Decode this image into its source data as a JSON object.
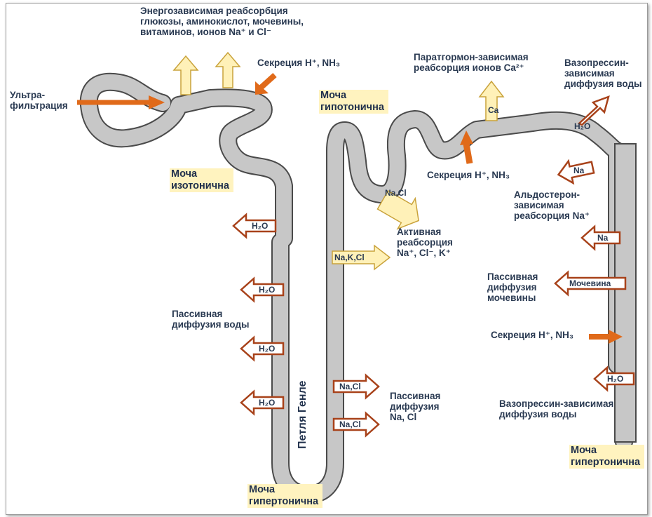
{
  "labels": {
    "ultrafiltration": "Ультра-\nфильтрация",
    "energy_reabsorption": "Энергозависимая реабсорбция\nглюкозы, аминокислот, мочевины,\nвитаминов, ионов Na⁺ и Cl⁻",
    "secretion_1": "Секреция H⁺, NH₃",
    "pth": "Паратгормон-зависимая\nреабсорция ионов Ca²⁺",
    "vasopressin_top": "Вазопрессин-\nзависимая\nдиффузия воды",
    "secretion_2": "Секреция H⁺, NH₃",
    "aldosterone": "Альдостерон-\nзависимая\nреабсорция Na⁺",
    "active_reabsorption": "Активная\nреабсорция\nNa⁺, Cl⁻, K⁺",
    "passive_urea": "Пассивная\nдиффузия\nмочевины",
    "secretion_3": "Секреция H⁺, NH₃",
    "passive_water": "Пассивная\nдиффузия воды",
    "passive_nacl": "Пассивная\nдиффузия\nNa, Cl",
    "vasopressin_bottom": "Вазопрессин-зависимая\nдиффузия воды",
    "loop_henle": "Петля Генле"
  },
  "states": {
    "isotonic": "Моча\nизотонична",
    "hypotonic": "Моча\nгипотонична",
    "hypertonic_loop": "Моча\nгипертонична",
    "hypertonic_duct": "Моча\nгипертонична"
  },
  "arrow_labels": {
    "h2o": "H₂O",
    "ca": "Ca",
    "na": "Na",
    "nacl": "Na,Cl",
    "naKcl": "Na,K,Cl",
    "urea": "Мочевина"
  },
  "colors": {
    "tubule": "#c7c7c7",
    "tubule_outline": "#4a4a4a",
    "dark_arrow": "#e06a1a",
    "light_arrow": "#fff1b8",
    "light_arrow_stroke": "#c9a23a",
    "hollow_arrow_stroke": "#a8421a"
  }
}
